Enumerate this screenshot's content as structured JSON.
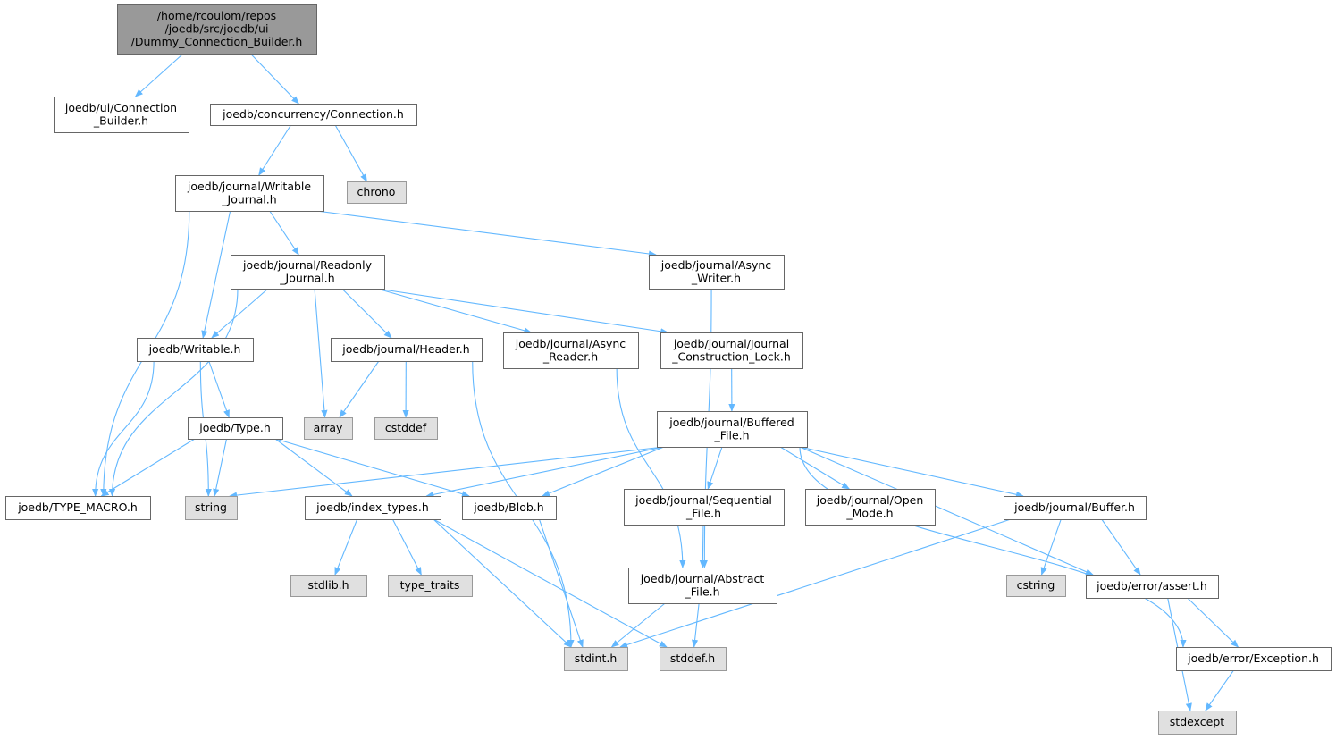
{
  "colors": {
    "edge": "#63b8ff",
    "node_border": "#666666",
    "root_fill": "#999999",
    "system_fill": "#e0e0e0",
    "system_border": "#999999",
    "local_fill": "#ffffff",
    "text": "#000000"
  },
  "nodes": [
    {
      "id": "root",
      "kind": "root",
      "lines": [
        "/home/rcoulom/repos",
        "/joedb/src/joedb/ui",
        "/Dummy_Connection_Builder.h"
      ]
    },
    {
      "id": "connection_builder",
      "kind": "local",
      "lines": [
        "joedb/ui/Connection",
        "_Builder.h"
      ]
    },
    {
      "id": "connection",
      "kind": "local",
      "lines": [
        "joedb/concurrency/Connection.h"
      ]
    },
    {
      "id": "writable_journal",
      "kind": "local",
      "lines": [
        "joedb/journal/Writable",
        "_Journal.h"
      ]
    },
    {
      "id": "chrono",
      "kind": "system",
      "lines": [
        "chrono"
      ]
    },
    {
      "id": "readonly_journal",
      "kind": "local",
      "lines": [
        "joedb/journal/Readonly",
        "_Journal.h"
      ]
    },
    {
      "id": "async_writer",
      "kind": "local",
      "lines": [
        "joedb/journal/Async",
        "_Writer.h"
      ]
    },
    {
      "id": "writable",
      "kind": "local",
      "lines": [
        "joedb/Writable.h"
      ]
    },
    {
      "id": "header",
      "kind": "local",
      "lines": [
        "joedb/journal/Header.h"
      ]
    },
    {
      "id": "async_reader",
      "kind": "local",
      "lines": [
        "joedb/journal/Async",
        "_Reader.h"
      ]
    },
    {
      "id": "journal_lock",
      "kind": "local",
      "lines": [
        "joedb/journal/Journal",
        "_Construction_Lock.h"
      ]
    },
    {
      "id": "type",
      "kind": "local",
      "lines": [
        "joedb/Type.h"
      ]
    },
    {
      "id": "array",
      "kind": "system",
      "lines": [
        "array"
      ]
    },
    {
      "id": "cstddef",
      "kind": "system",
      "lines": [
        "cstddef"
      ]
    },
    {
      "id": "buffered_file",
      "kind": "local",
      "lines": [
        "joedb/journal/Buffered",
        "_File.h"
      ]
    },
    {
      "id": "type_macro",
      "kind": "local",
      "lines": [
        "joedb/TYPE_MACRO.h"
      ]
    },
    {
      "id": "string",
      "kind": "system",
      "lines": [
        "string"
      ]
    },
    {
      "id": "index_types",
      "kind": "local",
      "lines": [
        "joedb/index_types.h"
      ]
    },
    {
      "id": "blob",
      "kind": "local",
      "lines": [
        "joedb/Blob.h"
      ]
    },
    {
      "id": "sequential_file",
      "kind": "local",
      "lines": [
        "joedb/journal/Sequential",
        "_File.h"
      ]
    },
    {
      "id": "open_mode",
      "kind": "local",
      "lines": [
        "joedb/journal/Open",
        "_Mode.h"
      ]
    },
    {
      "id": "buffer",
      "kind": "local",
      "lines": [
        "joedb/journal/Buffer.h"
      ]
    },
    {
      "id": "stdlib",
      "kind": "system",
      "lines": [
        "stdlib.h"
      ]
    },
    {
      "id": "type_traits",
      "kind": "system",
      "lines": [
        "type_traits"
      ]
    },
    {
      "id": "abstract_file",
      "kind": "local",
      "lines": [
        "joedb/journal/Abstract",
        "_File.h"
      ]
    },
    {
      "id": "cstring",
      "kind": "system",
      "lines": [
        "cstring"
      ]
    },
    {
      "id": "assert",
      "kind": "local",
      "lines": [
        "joedb/error/assert.h"
      ]
    },
    {
      "id": "stdint",
      "kind": "system",
      "lines": [
        "stdint.h"
      ]
    },
    {
      "id": "stddef",
      "kind": "system",
      "lines": [
        "stddef.h"
      ]
    },
    {
      "id": "exception",
      "kind": "local",
      "lines": [
        "joedb/error/Exception.h"
      ]
    },
    {
      "id": "stdexcept",
      "kind": "system",
      "lines": [
        "stdexcept"
      ]
    }
  ],
  "edges": [
    [
      "root",
      "connection_builder"
    ],
    [
      "root",
      "connection"
    ],
    [
      "connection",
      "writable_journal"
    ],
    [
      "connection",
      "chrono"
    ],
    [
      "writable_journal",
      "readonly_journal"
    ],
    [
      "writable_journal",
      "async_writer"
    ],
    [
      "writable_journal",
      "writable"
    ],
    [
      "writable_journal",
      "type_macro"
    ],
    [
      "readonly_journal",
      "writable"
    ],
    [
      "readonly_journal",
      "header"
    ],
    [
      "readonly_journal",
      "async_reader"
    ],
    [
      "readonly_journal",
      "journal_lock"
    ],
    [
      "readonly_journal",
      "array"
    ],
    [
      "readonly_journal",
      "type_macro"
    ],
    [
      "async_writer",
      "abstract_file"
    ],
    [
      "writable",
      "type"
    ],
    [
      "writable",
      "type_macro"
    ],
    [
      "writable",
      "string"
    ],
    [
      "header",
      "array"
    ],
    [
      "header",
      "cstddef"
    ],
    [
      "header",
      "stdint"
    ],
    [
      "async_reader",
      "abstract_file"
    ],
    [
      "journal_lock",
      "buffered_file"
    ],
    [
      "type",
      "type_macro"
    ],
    [
      "type",
      "string"
    ],
    [
      "type",
      "index_types"
    ],
    [
      "type",
      "blob"
    ],
    [
      "buffered_file",
      "string"
    ],
    [
      "buffered_file",
      "index_types"
    ],
    [
      "buffered_file",
      "blob"
    ],
    [
      "buffered_file",
      "sequential_file"
    ],
    [
      "buffered_file",
      "open_mode"
    ],
    [
      "buffered_file",
      "buffer"
    ],
    [
      "buffered_file",
      "assert"
    ],
    [
      "buffered_file",
      "exception"
    ],
    [
      "index_types",
      "stdlib"
    ],
    [
      "index_types",
      "type_traits"
    ],
    [
      "index_types",
      "stdint"
    ],
    [
      "index_types",
      "stddef"
    ],
    [
      "blob",
      "stdint"
    ],
    [
      "sequential_file",
      "abstract_file"
    ],
    [
      "buffer",
      "cstring"
    ],
    [
      "buffer",
      "assert"
    ],
    [
      "buffer",
      "stdint"
    ],
    [
      "abstract_file",
      "stdint"
    ],
    [
      "abstract_file",
      "stddef"
    ],
    [
      "assert",
      "exception"
    ],
    [
      "assert",
      "stdexcept"
    ],
    [
      "exception",
      "stdexcept"
    ]
  ]
}
